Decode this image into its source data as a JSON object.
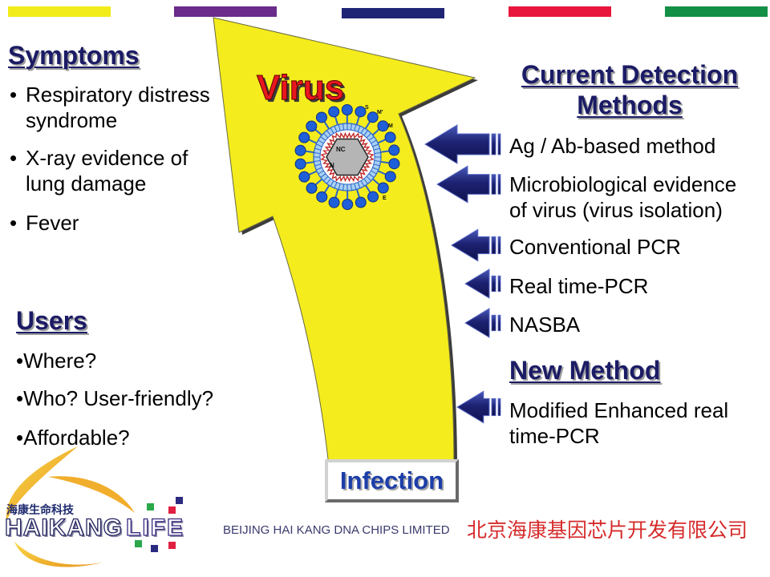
{
  "slide": {
    "symptoms": {
      "title": "Symptoms",
      "items": [
        "Respiratory distress\nsyndrome",
        "X-ray evidence of\nlung damage",
        "Fever"
      ]
    },
    "virus": {
      "title": "Virus",
      "labels": {
        "s": "S",
        "m_prime": "M'",
        "m": "M",
        "e": "E",
        "nc": "NC",
        "n": "N"
      }
    },
    "detection": {
      "title": "Current Detection\nMethods",
      "methods": [
        "Ag / Ab-based method",
        "Microbiological evidence\nof virus (virus isolation)",
        "Conventional PCR",
        "Real time-PCR",
        "NASBA"
      ]
    },
    "new_method": {
      "title": "New Method",
      "items": [
        "Modified Enhanced real\ntime-PCR"
      ]
    },
    "users": {
      "title": "Users",
      "items": [
        "Where?",
        "Who? User-friendly?",
        "Affordable?"
      ]
    },
    "infection": {
      "label": "Infection"
    }
  },
  "footer": {
    "logo_cn": "海康生命科技",
    "logo_word_main": "HAIKANG",
    "logo_word_life": "LIFE",
    "company_en": "BEIJING HAI KANG DNA CHIPS LIMITED",
    "company_cn": "北京海康基因芯片开发有限公司"
  },
  "icons": {
    "big_arrow": "curved-up-arrow-icon",
    "method_arrow": "striped-left-arrow-icon",
    "virus": "coronavirus-structure-icon",
    "logo": "haikang-swoosh-logo-icon"
  },
  "colors": {
    "bars": [
      "#f2ec1a",
      "#6b2b8a",
      "#1f2575",
      "#e8163c",
      "#149046"
    ],
    "big_arrow": "#f4ec1c",
    "heading": "#1b1b66",
    "virus_title": "#e8171f",
    "method_arrow": "#1c2070",
    "infection": "#1d3ea8",
    "company_cn": "#d62b2b"
  }
}
